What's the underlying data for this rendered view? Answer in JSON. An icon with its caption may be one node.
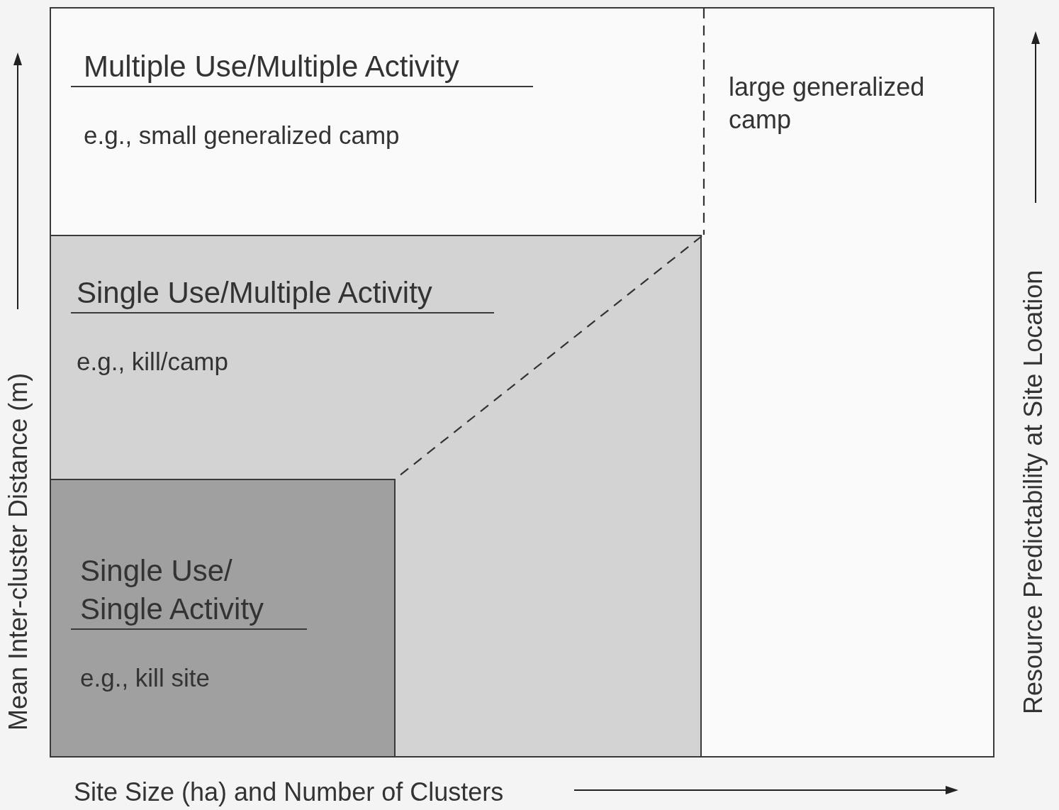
{
  "diagram": {
    "nodes": [
      {
        "text": [
          "Multiple Use/Multiple Activity",
          "e.g., small generalized camp"
        ]
      },
      {
        "text": [
          "Single Use/Multiple Activity",
          "e.g., kill/camp"
        ],
        "in": 0
      },
      {
        "text": [
          "Single Use/ Single Activity",
          "e.g., kill site"
        ],
        "in": 1
      }
    ],
    "labels": [
      "large generalized camp",
      "Mean Inter-cluster Distance (m)",
      "Resource Predictability at Site Location",
      "Site Size (ha) and Number of Clusters"
    ]
  }
}
